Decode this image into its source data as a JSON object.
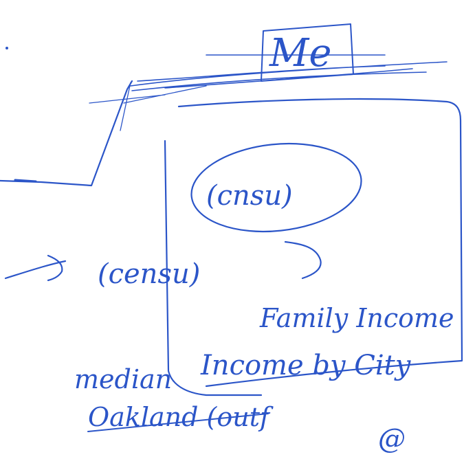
{
  "sketch": {
    "ink_color": "#2b55c8",
    "background_color": "#ffffff",
    "labels": {
      "me": "Me",
      "census_in_bubble": "(cnsu)",
      "census_left": "(censu)",
      "family_income": "Family Income",
      "income_by_city": "Income by City",
      "median": "median",
      "oakland_line": "Oakland (outf",
      "corner_mark": "@"
    }
  }
}
